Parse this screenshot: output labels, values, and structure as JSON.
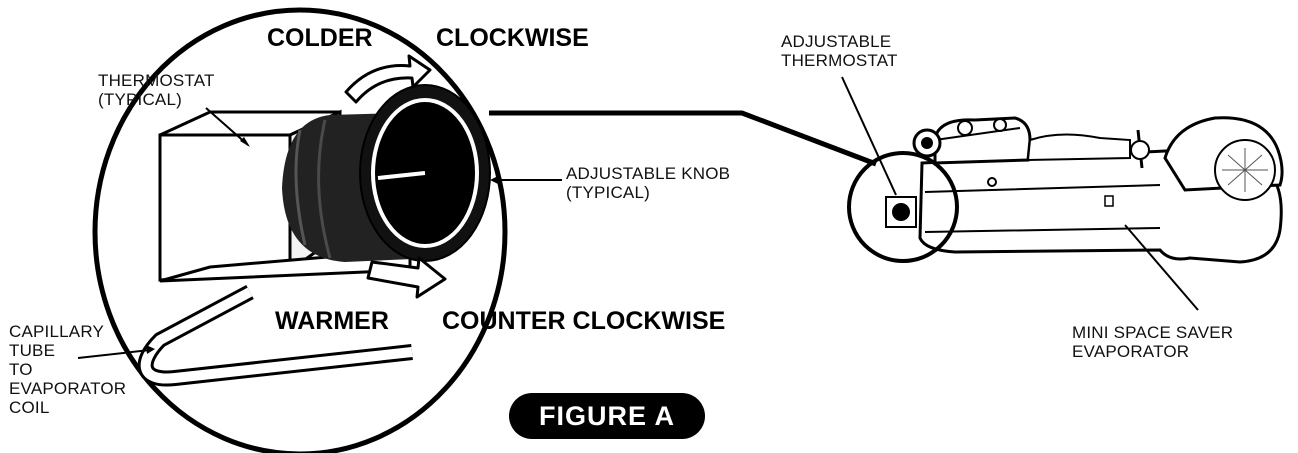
{
  "figure_label": "FIGURE A",
  "detail": {
    "colder": "COLDER",
    "clockwise": "CLOCKWISE",
    "warmer": "WARMER",
    "counter_clockwise": "COUNTER CLOCKWISE",
    "thermostat_label": [
      "THERMOSTAT",
      "(TYPICAL)"
    ],
    "knob_label": [
      "ADJUSTABLE KNOB",
      "(TYPICAL)"
    ],
    "capillary_label": [
      "CAPILLARY",
      "TUBE",
      "TO",
      "EVAPORATOR",
      "COIL"
    ]
  },
  "unit": {
    "thermostat_label": [
      "ADJUSTABLE",
      "THERMOSTAT"
    ],
    "evaporator_label": [
      "MINI SPACE SAVER",
      "EVAPORATOR"
    ]
  }
}
